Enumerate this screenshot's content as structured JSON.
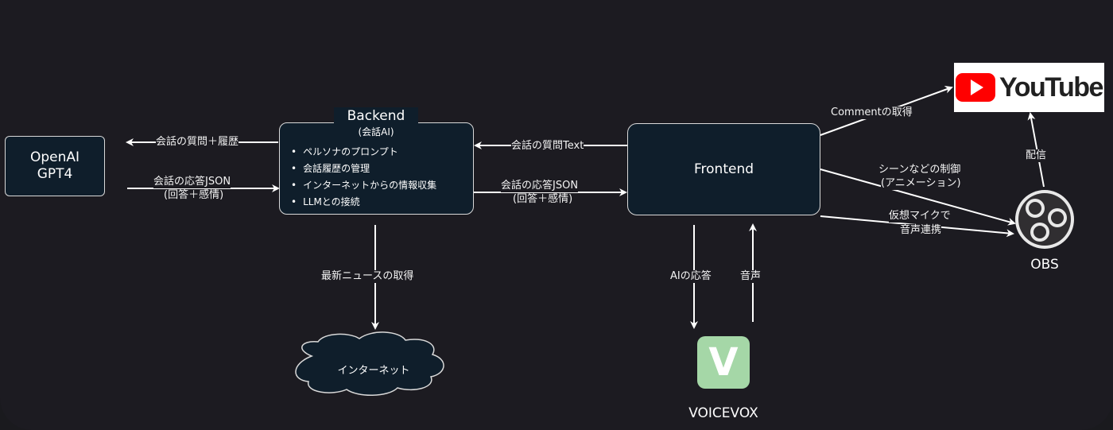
{
  "nodes": {
    "openai": {
      "line1": "OpenAI",
      "line2": "GPT4"
    },
    "backend": {
      "title": "Backend",
      "subtitle": "(会話AI)",
      "items": [
        "ペルソナのプロンプト",
        "会話履歴の管理",
        "インターネットからの情報収集",
        "LLMとの接続"
      ]
    },
    "frontend": {
      "label": "Frontend"
    },
    "internet": {
      "label": "インターネット"
    },
    "voicevox": {
      "logo_letter": "V",
      "label": "VOICEVOX"
    },
    "obs": {
      "label": "OBS"
    },
    "youtube": {
      "logo_text": "YouTube"
    }
  },
  "edges": {
    "backend_to_openai": "会話の質問＋履歴",
    "openai_to_backend_1": "会話の応答JSON",
    "openai_to_backend_2": "(回答＋感情)",
    "frontend_to_backend": "会話の質問Text",
    "backend_to_frontend_1": "会話の応答JSON",
    "backend_to_frontend_2": "(回答＋感情)",
    "backend_to_internet": "最新ニュースの取得",
    "frontend_to_voicevox": "AIの応答",
    "voicevox_to_frontend": "音声",
    "youtube_to_frontend": "Commentの取得",
    "frontend_to_obs_control_1": "シーンなどの制御",
    "frontend_to_obs_control_2": "(アニメーション)",
    "frontend_to_obs_mic_1": "仮想マイクで",
    "frontend_to_obs_mic_2": "音声連携",
    "obs_to_youtube": "配信"
  },
  "colors": {
    "background": "#1c1b21",
    "node_fill": "#0f1e2b",
    "stroke": "#ffffff",
    "youtube_red": "#ff0000",
    "voicevox_green": "#a5d7a7"
  }
}
